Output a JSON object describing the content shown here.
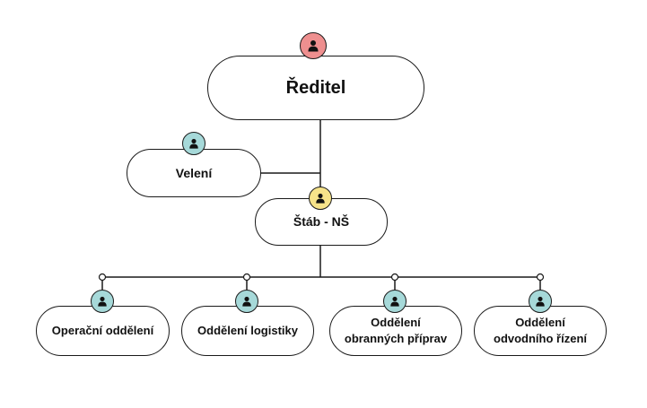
{
  "colors": {
    "line": "#1a1a1a",
    "director_avatar": "#ee8f8f",
    "command_avatar": "#a6d9d9",
    "staff_avatar": "#f6e38a",
    "department_avatar": "#a6d9d9"
  },
  "icons": {
    "avatar": "person-icon",
    "junction": "circle-connector"
  },
  "nodes": {
    "director": {
      "label": "Ředitel"
    },
    "command": {
      "label": "Velení"
    },
    "staff": {
      "label": "Štáb - NŠ"
    },
    "dept_operations": {
      "label": "Operační oddělení"
    },
    "dept_logistics": {
      "label": "Oddělení logistiky"
    },
    "dept_defense": {
      "label": "Oddělení\nobranných příprav"
    },
    "dept_drainage": {
      "label": "Oddělení\nodvodního řízení"
    }
  }
}
